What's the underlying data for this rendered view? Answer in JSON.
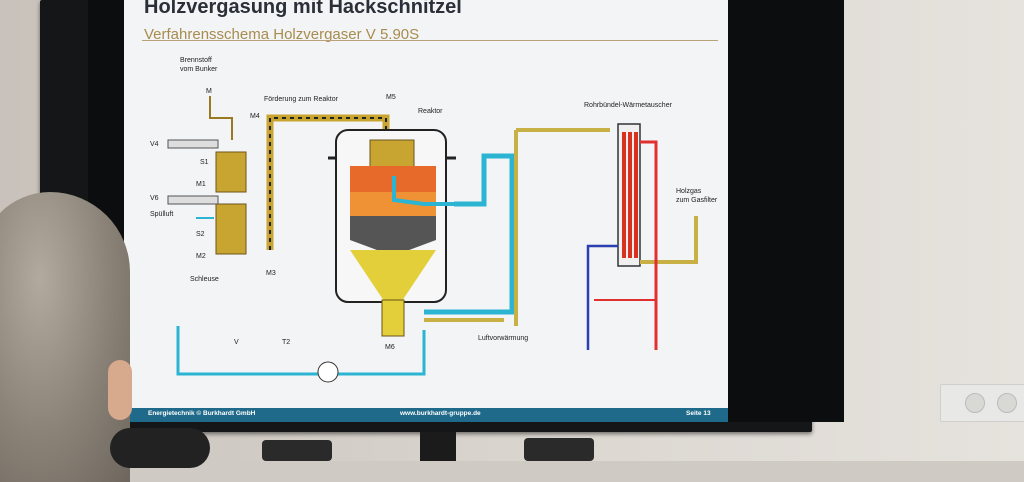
{
  "slide": {
    "title": "Holzvergasung mit Hackschnitzel",
    "subtitle": "Verfahrensschema Holzvergaser V 5.90S",
    "footer_left": "Energietechnik © Burkhardt GmbH",
    "footer_center": "www.burkhardt-gruppe.de",
    "footer_right": "Seite 13"
  },
  "diagram_labels": {
    "fuel_line1": "Brennstoff",
    "fuel_line2": "vom Bunker",
    "conveyor": "Förderung zum Reaktor",
    "reactor": "Reaktor",
    "heat_exchanger": "Rohrbündel-Wärmetauscher",
    "woodgas_line1": "Holzgas",
    "woodgas_line2": "zum Gasfilter",
    "air_preheat": "Luftvorwärmung",
    "v4": "V4",
    "v6": "V6",
    "purge_air": "Spülluft",
    "airlock": "Schleuse",
    "s1": "S1",
    "s2": "S2",
    "m": "M",
    "m1": "M1",
    "m2": "M2",
    "m3": "M3",
    "m4": "M4",
    "m5": "M5",
    "m6": "M6",
    "v": "V",
    "t2": "T2"
  },
  "colors": {
    "gas": "#c9b045",
    "air": "#2bb5d3",
    "hot": "#e03030",
    "cold": "#2c3fb0",
    "fuel": "#c8a530",
    "footer": "#1f6a8a"
  }
}
